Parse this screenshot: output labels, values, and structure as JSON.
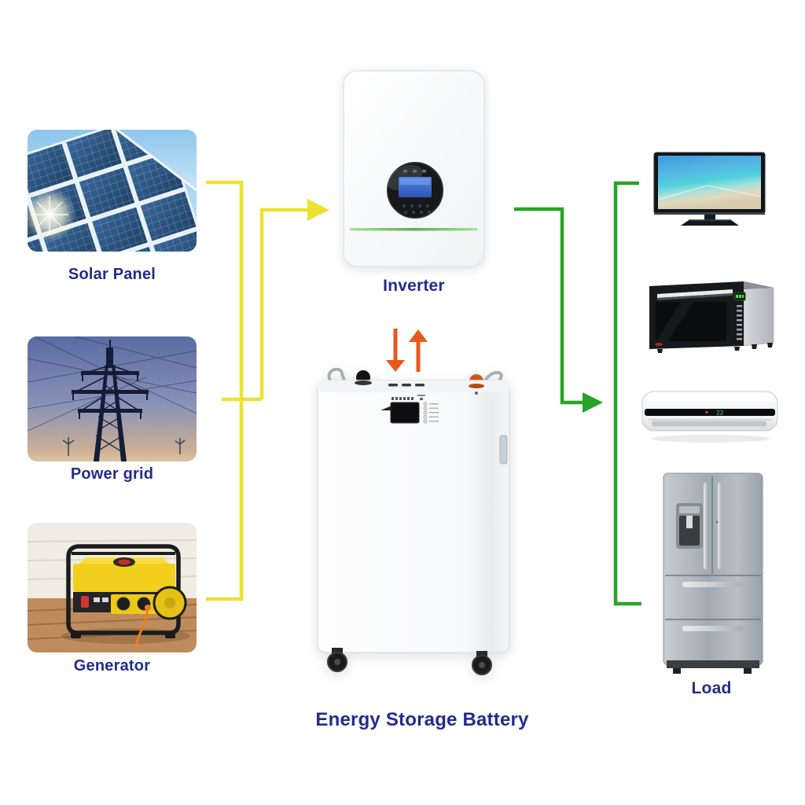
{
  "diagram": {
    "sources": [
      {
        "name": "solar-panel",
        "label": "Solar Panel"
      },
      {
        "name": "power-grid",
        "label": "Power grid"
      },
      {
        "name": "generator",
        "label": "Generator"
      }
    ],
    "inverter": {
      "label": "Inverter"
    },
    "battery": {
      "label": "Energy Storage Battery"
    },
    "load": {
      "label": "Load",
      "devices": [
        {
          "name": "tv"
        },
        {
          "name": "microwave-oven"
        },
        {
          "name": "air-conditioner",
          "display": "22"
        },
        {
          "name": "refrigerator"
        }
      ]
    }
  },
  "colors": {
    "source_flow": "#EDE22F",
    "load_flow": "#28A428",
    "battery_flow": "#E8581E",
    "label_text": "#232C8C"
  }
}
